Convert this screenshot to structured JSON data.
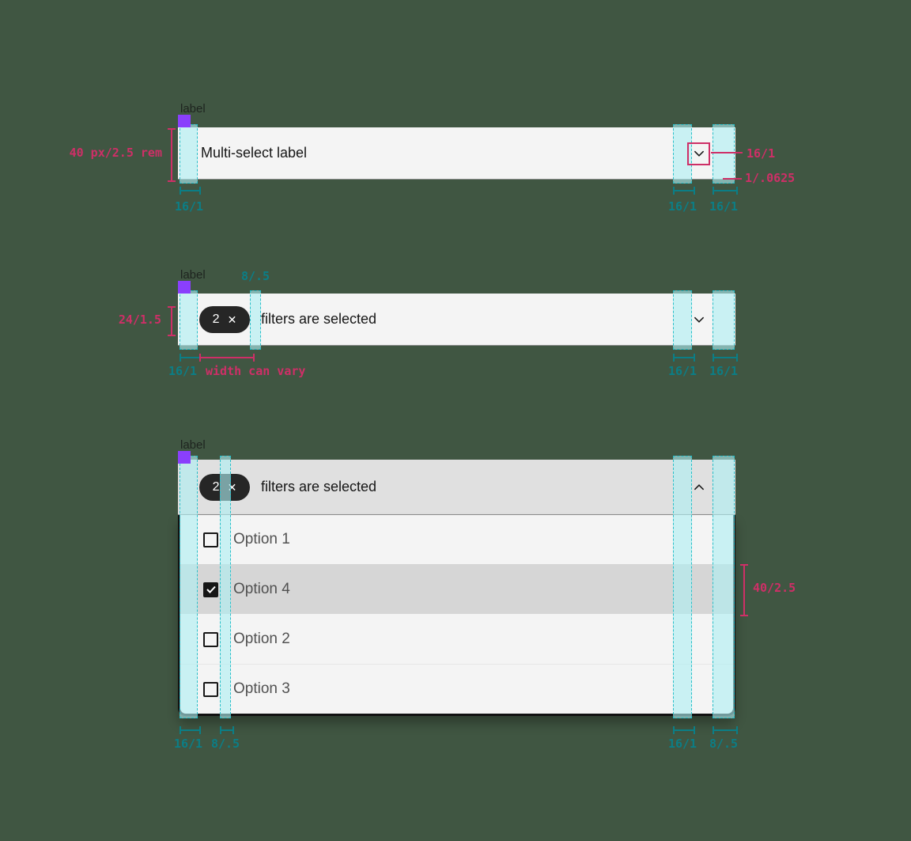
{
  "palette": {
    "background": "#405642",
    "field_bg": "#F4F4F4",
    "field_open_bg": "#E0E0E0",
    "field_border": "#8D8D8D",
    "option_highlight": "#D6D6D6",
    "option_text": "#515151",
    "text": "#161616",
    "tag_bg": "#262626",
    "tag_text": "#FFFFFF",
    "menu_border": "#111111",
    "stripe_border": "#29BFC9",
    "teal": "#0B7E86",
    "magenta": "#CE2F67",
    "purple": "#8A3FFC"
  },
  "comp1": {
    "type_token": "label",
    "field_label": "Multi-select label",
    "ann": {
      "height": "40 px/2.5 rem",
      "pad_left": "16/1",
      "gap": "16/1",
      "pad_right": "16/1",
      "chevron": "16/1",
      "border": "1/.0625"
    }
  },
  "comp2": {
    "type_token": "label",
    "tag": {
      "count": "2",
      "close": "✕"
    },
    "field_text": "filters are selected",
    "ann": {
      "tag_height": "24/1.5",
      "tag_gap": "8/.5",
      "pad_left": "16/1",
      "tag_width": "width can vary",
      "gap": "16/1",
      "pad_right": "16/1"
    }
  },
  "comp3": {
    "type_token": "label",
    "tag": {
      "count": "2",
      "close": "✕"
    },
    "field_text": "filters are selected",
    "options": [
      {
        "label": "Option 1",
        "checked": false,
        "highlighted": false
      },
      {
        "label": "Option 4",
        "checked": true,
        "highlighted": true
      },
      {
        "label": "Option 2",
        "checked": false,
        "highlighted": false
      },
      {
        "label": "Option 3",
        "checked": false,
        "highlighted": false
      }
    ],
    "ann": {
      "row_height": "40/2.5",
      "pad_left": "16/1",
      "checkbox_gap": "8/.5",
      "gap": "16/1",
      "pad_right": "8/.5"
    }
  }
}
